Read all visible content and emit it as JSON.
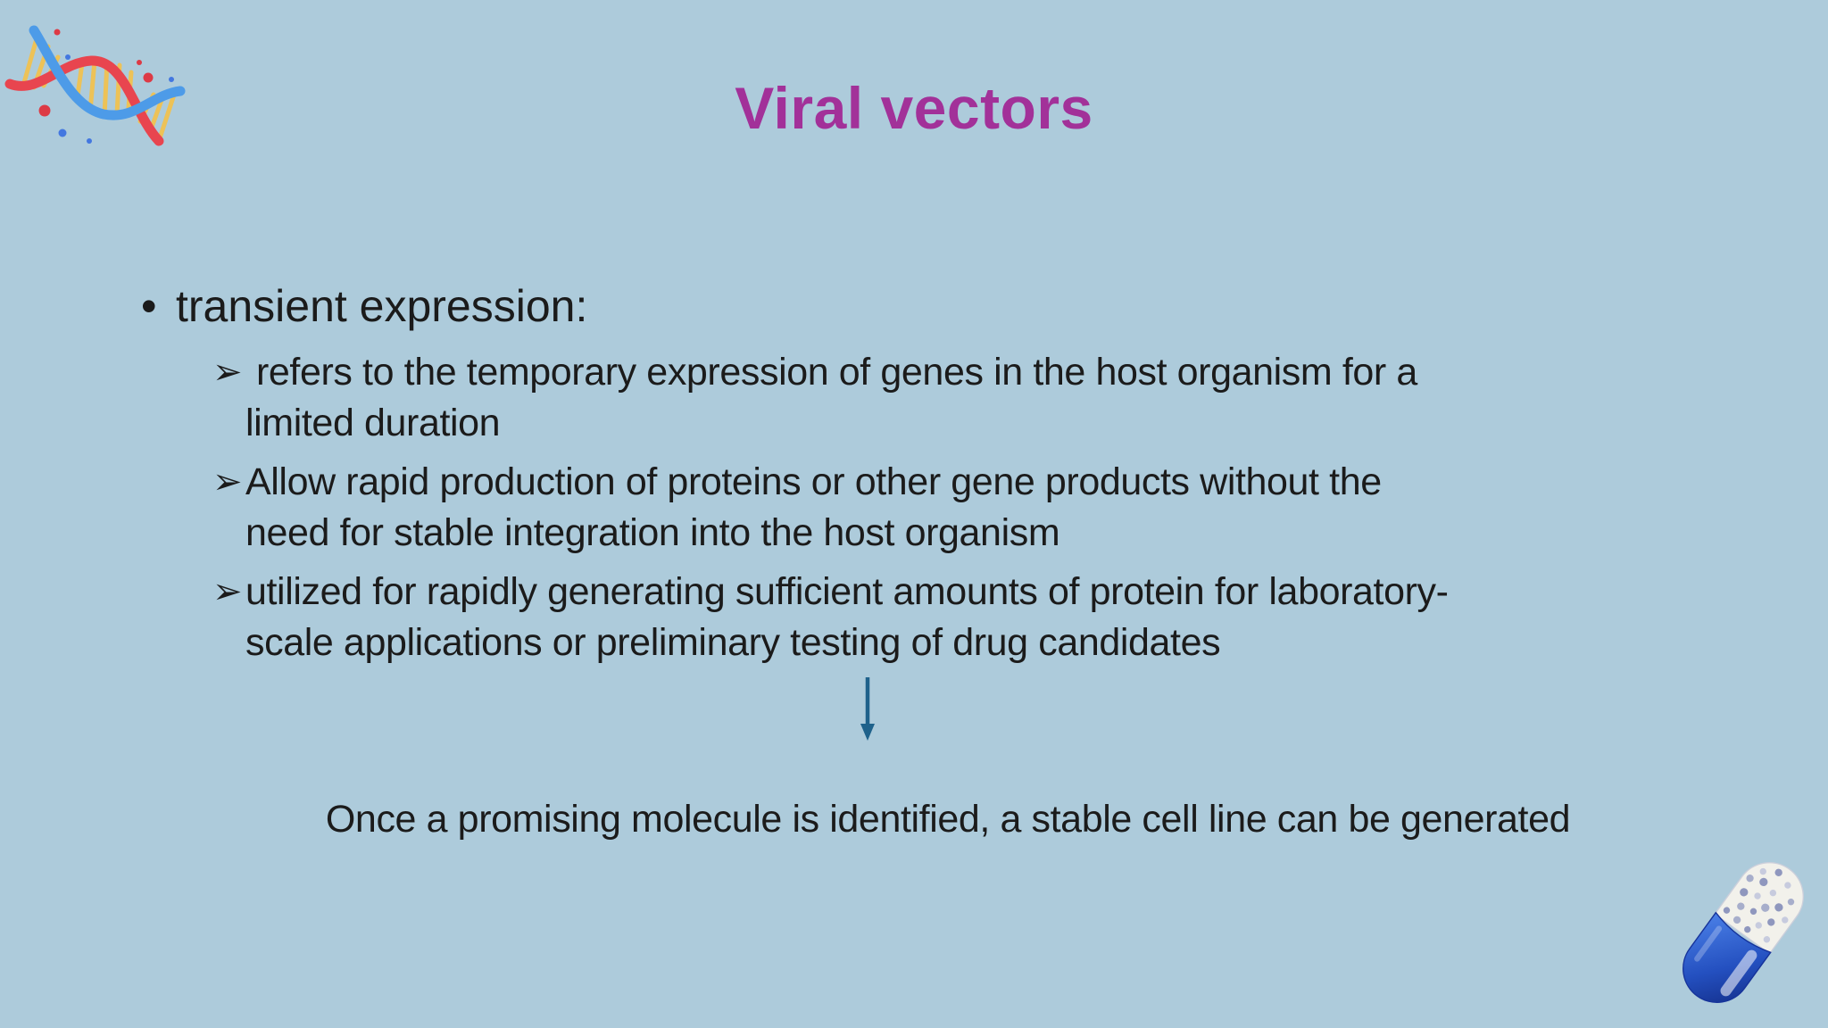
{
  "slide": {
    "title": "Viral vectors",
    "bullets": {
      "level1": {
        "marker": "•",
        "text": "transient expression:"
      },
      "level2": [
        {
          "marker": "➢",
          "line1": "refers to the temporary expression of genes in the host organism for a",
          "line2": "limited duration"
        },
        {
          "marker": "➢",
          "line1": "Allow rapid production of proteins or other gene products without the",
          "line2": "need for stable integration into the host organism"
        },
        {
          "marker": "➢",
          "line1": "utilized for rapidly generating sufficient amounts of protein for laboratory-",
          "line2": "scale applications or preliminary testing of drug candidates"
        }
      ]
    },
    "conclusion": "Once a promising molecule is identified, a stable cell line can be generated",
    "icons": {
      "top_left": "dna-helix-icon",
      "flow": "down-arrow-icon",
      "bottom_right": "pill-capsule-icon"
    },
    "colors": {
      "background": "#ADCBDB",
      "title": "#A23199",
      "body_text": "#1B1B1B",
      "arrow": "#1F628B",
      "dna_blue": "#4D9BE8",
      "dna_red": "#E8454F",
      "dna_rungs": "#EDC257",
      "pill_blue": "#1D3E9E"
    }
  }
}
